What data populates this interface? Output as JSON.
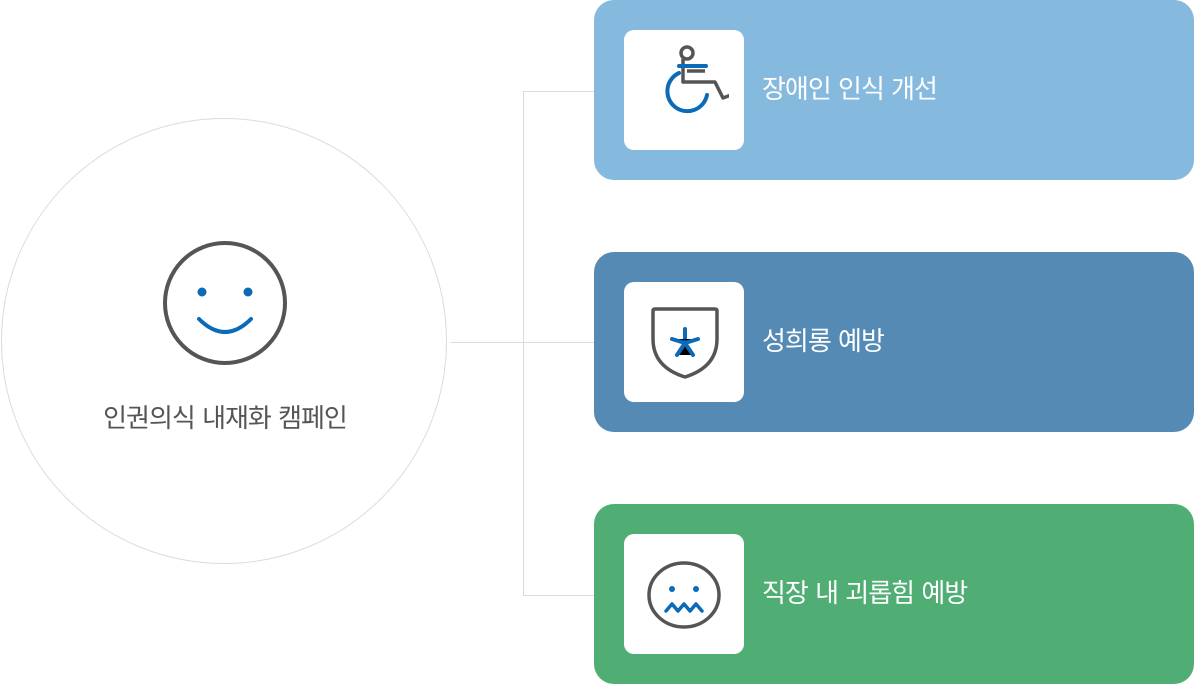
{
  "center": {
    "label": "인권의식 내재화 캠페인",
    "icon": "smiley-face-icon"
  },
  "items": [
    {
      "label": "장애인 인식 개선",
      "icon": "wheelchair-icon",
      "color": "#85b9de"
    },
    {
      "label": "성희롱 예방",
      "icon": "shield-asterisk-icon",
      "color": "#548ab4"
    },
    {
      "label": "직장 내 괴롭힘 예방",
      "icon": "distressed-face-icon",
      "color": "#50ad73"
    }
  ]
}
